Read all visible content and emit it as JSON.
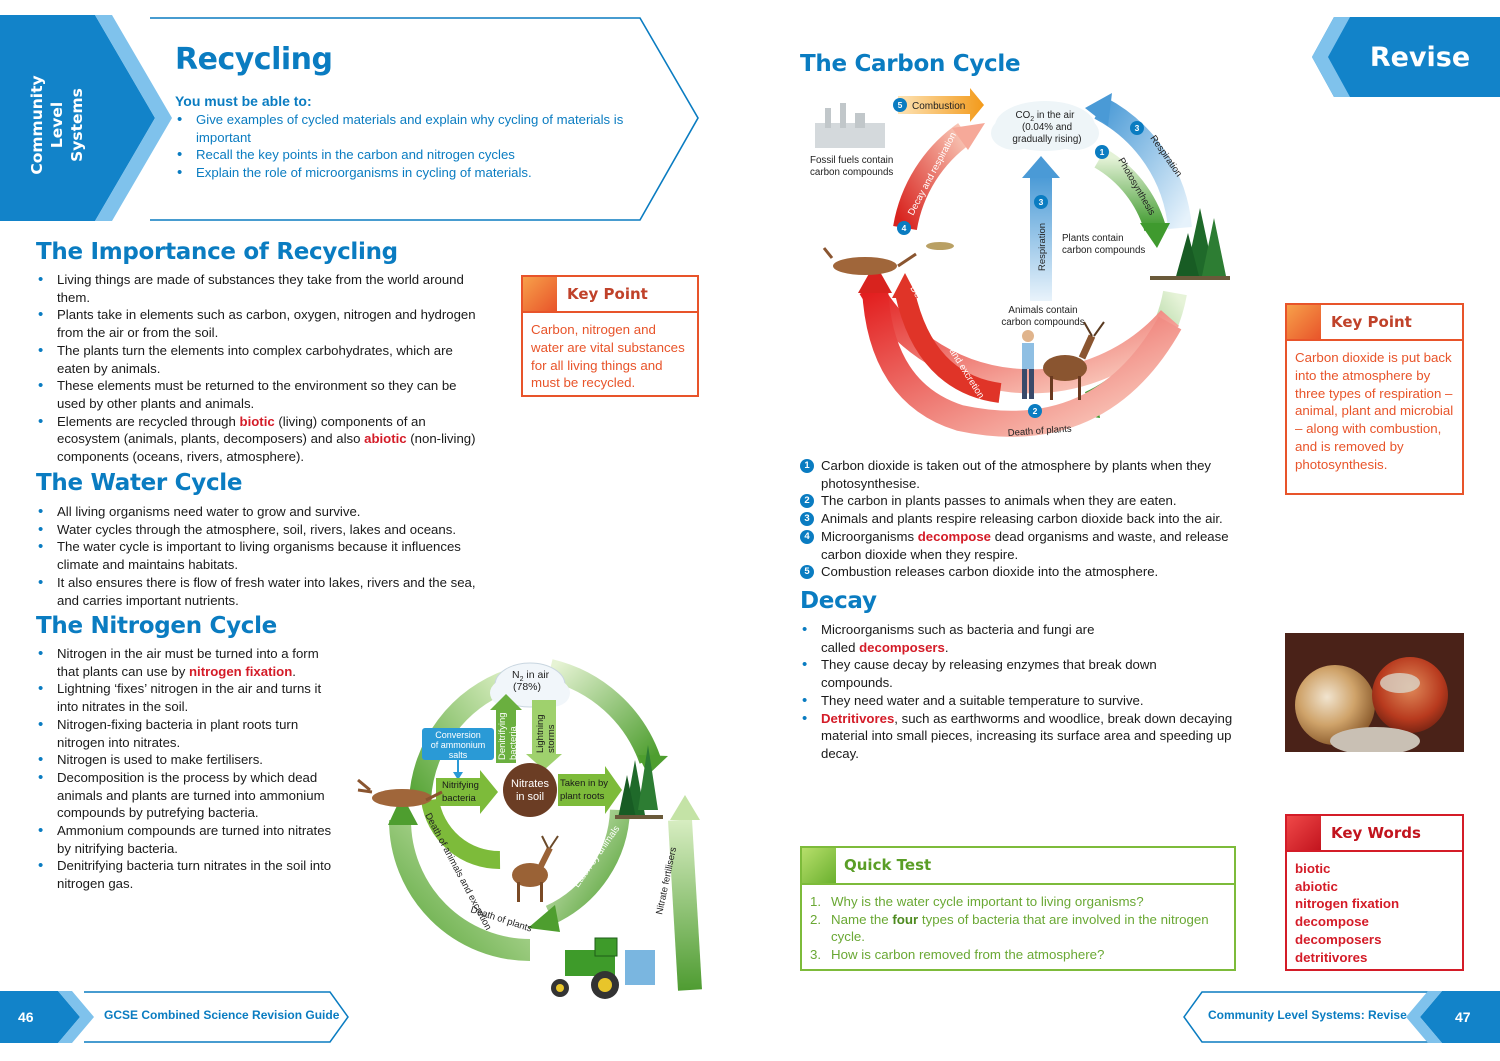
{
  "left_tab": {
    "line1": "Community Level",
    "line2": "Systems"
  },
  "header": {
    "title": "Recycling",
    "subtitle": "You must be able to:",
    "objectives": [
      "Give examples of cycled materials and explain why cycling of materials is important",
      "Recall the key points in the carbon and nitrogen cycles",
      "Explain the role of microorganisms in cycling of materials."
    ]
  },
  "revise_tab": "Revise",
  "importance": {
    "heading": "The Importance of Recycling",
    "bullets": [
      {
        "pre": "Living things are made of substances they take from the world around them."
      },
      {
        "pre": "Plants take in elements such as carbon, oxygen, nitrogen and hydrogen from the air or from the soil."
      },
      {
        "pre": "The plants turn the elements into complex carbohydrates, which are eaten by animals."
      },
      {
        "pre": "These elements must be returned to the environment so they can be used by other plants and animals."
      },
      {
        "pre": "Elements are recycled through ",
        "kw1": "biotic",
        "mid": " (living) components of an ecosystem (animals, plants, decomposers) and also ",
        "kw2": "abiotic",
        "post": " (non-living) components (oceans, rivers, atmosphere)."
      }
    ]
  },
  "keypoint_left": {
    "title": "Key Point",
    "text": "Carbon, nitrogen and water are vital substances for all living things and must be recycled."
  },
  "water": {
    "heading": "The Water Cycle",
    "bullets": [
      "All living organisms need water to grow and survive.",
      "Water cycles through the atmosphere, soil, rivers, lakes and oceans.",
      "The water cycle is important to living organisms because it influences climate and maintains habitats.",
      "It also ensures there is flow of fresh water into lakes, rivers and the sea, and carries important nutrients."
    ]
  },
  "nitrogen": {
    "heading": "The Nitrogen Cycle",
    "b1_pre": "Nitrogen in the air must be turned into a form that plants can use by ",
    "b1_kw": "nitrogen fixation",
    "b1_post": ".",
    "bullets": [
      "Lightning ‘fixes’ nitrogen in the air and turns it into nitrates in the soil.",
      "Nitrogen-fixing bacteria in plant roots turn nitrogen into nitrates.",
      "Nitrogen is used to make fertilisers.",
      "Decomposition is the process by which dead animals and plants are turned into ammonium compounds by putrefying bacteria.",
      "Ammonium compounds are turned into nitrates by nitrifying bacteria.",
      "Denitrifying bacteria turn nitrates in the soil into nitrogen gas."
    ]
  },
  "nitrogen_diagram": {
    "n2": "N",
    "n2_sub": "2",
    "n2_rest": " in air",
    "n2_pct": "(78%)",
    "conversion": [
      "Conversion",
      "of ammonium",
      "salts"
    ],
    "denitrifying": [
      "Denitrifying",
      "bacteria"
    ],
    "lightning": [
      "Lightning",
      "storms"
    ],
    "nitrifying": [
      "Nitrifying",
      "bacteria"
    ],
    "nitrates": [
      "Nitrates",
      "in soil"
    ],
    "taken": [
      "Taken in by",
      "plant roots"
    ],
    "death_animals": "Death of animals and excretion",
    "death_plants": "Death of plants",
    "eaten": "Eaten by animals",
    "fertilisers": "Nitrate fertilisers"
  },
  "carbon": {
    "heading": "The Carbon Cycle",
    "diagram": {
      "combustion": "Combustion",
      "co2_a": "CO",
      "co2_sub": "2",
      "co2_b": " in the air",
      "co2_l2": "(0.04% and",
      "co2_l3": "gradually rising)",
      "fossil": [
        "Fossil fuels contain",
        "carbon compounds"
      ],
      "decay": "Decay and respiration",
      "photosynthesis": "Photosynthesis",
      "respiration_r": "Respiration",
      "respiration_c": "Respiration",
      "plants": [
        "Plants contain",
        "carbon compounds"
      ],
      "animals": [
        "Animals contain",
        "carbon compounds"
      ],
      "death_animals": "Death of animals and excretion",
      "eating": "Eating of plants",
      "death_plants": "Death of plants",
      "n1": "1",
      "n2": "2",
      "n3": "3",
      "n3b": "3",
      "n4": "4",
      "n5": "5"
    },
    "steps": [
      {
        "n": "1",
        "text": "Carbon dioxide is taken out of the atmosphere by plants when they photosynthesise."
      },
      {
        "n": "2",
        "text": "The carbon in plants passes to animals when they are eaten."
      },
      {
        "n": "3",
        "text": "Animals and plants respire releasing carbon dioxide back into the air."
      },
      {
        "n": "4",
        "pre": "Microorganisms ",
        "kw": "decompose",
        "post": " dead organisms and waste, and release carbon dioxide when they respire."
      },
      {
        "n": "5",
        "text": "Combustion releases carbon dioxide into the atmosphere."
      }
    ]
  },
  "keypoint_right": {
    "title": "Key Point",
    "text": "Carbon dioxide is put back into the atmosphere by three types of respiration – animal, plant and microbial – along with combustion, and is removed by photosynthesis."
  },
  "decay": {
    "heading": "Decay",
    "b1_pre": "Microorganisms such as bacteria and fungi are called ",
    "b1_kw": "decomposers",
    "b1_post": ".",
    "b2": "They cause decay by releasing enzymes that break down compounds.",
    "b3": "They need water and a suitable temperature to survive.",
    "b4_kw": "Detritivores",
    "b4_post": ", such as earthworms and woodlice, break down decaying material into small pieces, increasing its surface area and speeding up decay."
  },
  "quick_test": {
    "title": "Quick Test",
    "q1": "Why is the water cycle important to living organisms?",
    "q2_pre": "Name the ",
    "q2_kw": "four",
    "q2_post": " types of bacteria that are involved in the nitrogen cycle.",
    "q3": "How is carbon removed from the atmosphere?",
    "n1": "1.",
    "n2": "2.",
    "n3": "3."
  },
  "key_words": {
    "title": "Key Words",
    "words": [
      "biotic",
      "abiotic",
      "nitrogen fixation",
      "decompose",
      "decomposers",
      "detritivores"
    ]
  },
  "footer_left": {
    "page": "46",
    "text": "GCSE Combined Science Revision Guide"
  },
  "footer_right": {
    "page": "47",
    "text": "Community Level Systems: Revise"
  },
  "colors": {
    "blue": "#0a7cc1",
    "red": "#d41c28",
    "orange": "#e8542a",
    "green": "#7dbb3a"
  }
}
